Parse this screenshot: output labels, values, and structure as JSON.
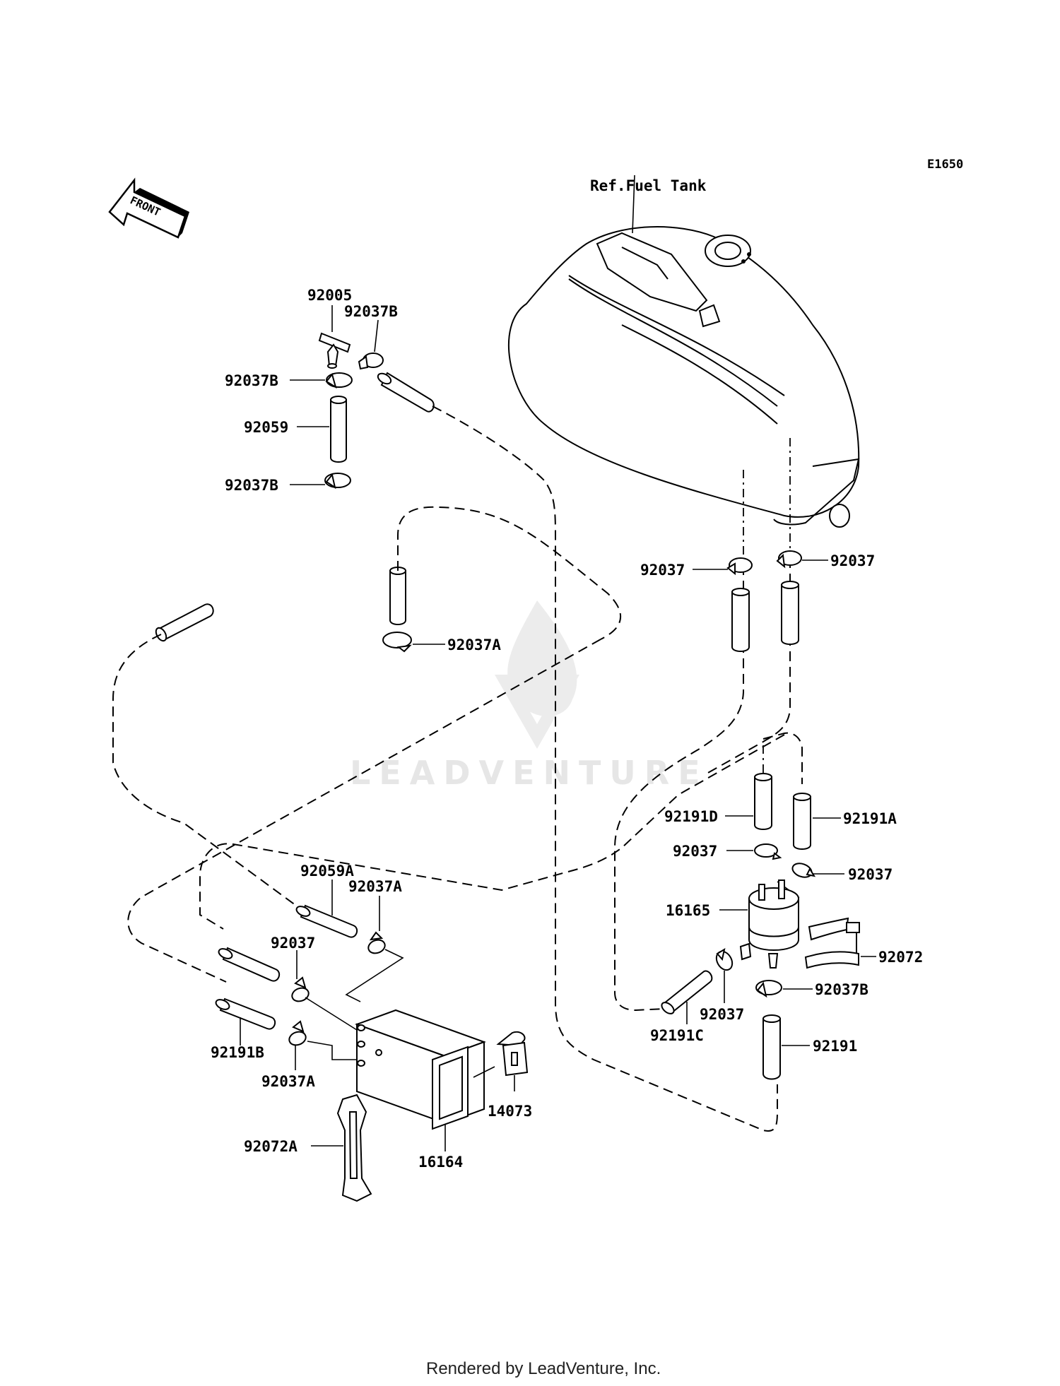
{
  "diagram": {
    "code": "E1650",
    "front_arrow_text": "FRONT",
    "watermark": "LEADVENTURE",
    "footer": "Rendered by LeadVenture, Inc.",
    "ref_label": "Ref.Fuel Tank",
    "parts": {
      "p92005": "92005",
      "p92037B_top": "92037B",
      "p92037B_left": "92037B",
      "p92059": "92059",
      "p92037B_low": "92037B",
      "p92037A_mid": "92037A",
      "p92037_tank_l": "92037",
      "p92037_tank_r": "92037",
      "p92191D": "92191D",
      "p92191A": "92191A",
      "p92037_fl": "92037",
      "p92037_fr": "92037",
      "p16165": "16165",
      "p92072": "92072",
      "p92037_fb": "92037",
      "p92037B_fb": "92037B",
      "p92191C": "92191C",
      "p92191": "92191",
      "p92059A": "92059A",
      "p92037A_can": "92037A",
      "p92037_can": "92037",
      "p92191B": "92191B",
      "p92037A_canl": "92037A",
      "p92072A": "92072A",
      "p16164": "16164",
      "p14073": "14073"
    }
  }
}
